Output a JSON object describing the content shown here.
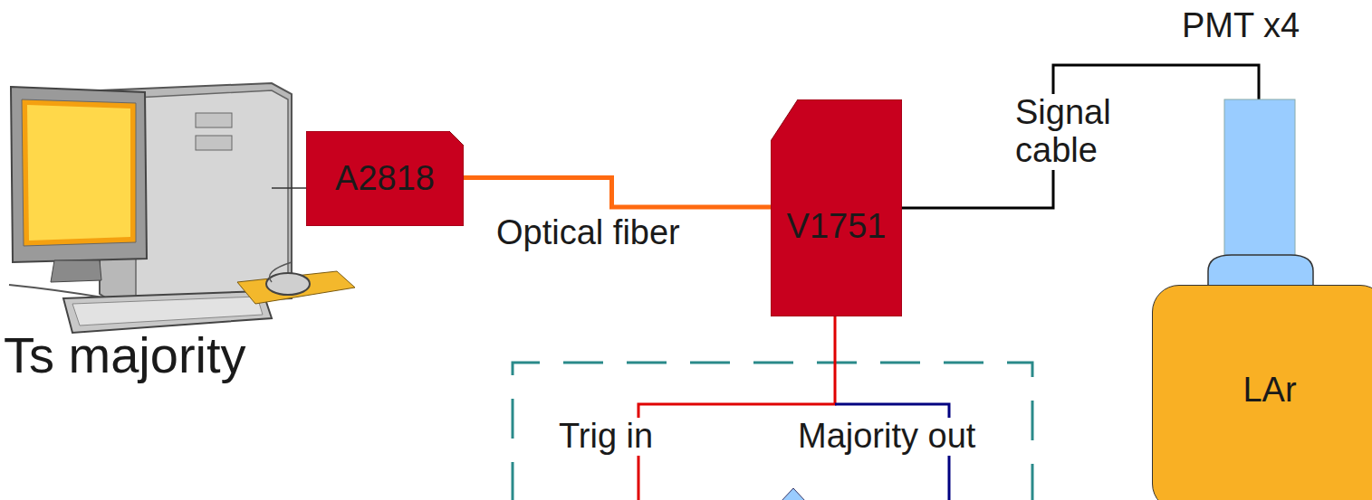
{
  "diagram": {
    "nodes": [
      {
        "text": [
          "A2818"
        ]
      },
      {
        "text": [
          "V1751"
        ]
      },
      {
        "text": [
          "LAr"
        ]
      }
    ],
    "edges": [
      {
        "from": 0,
        "to": 1,
        "arrow": "none",
        "label": "Optical fiber"
      }
    ],
    "labels": [
      "PMT x4",
      "Signal cable",
      "Ts majority",
      "Trig in",
      "Majority out"
    ]
  }
}
